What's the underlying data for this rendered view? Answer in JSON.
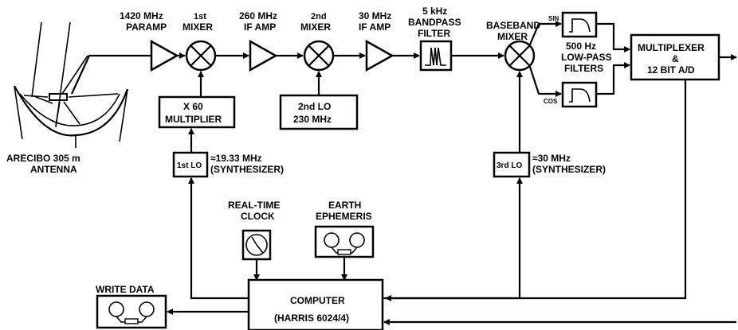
{
  "labels": {
    "paramp_freq": "1420 MHz",
    "paramp": "PARAMP",
    "mixer1_num": "1st",
    "mixer1": "MIXER",
    "if1_freq": "260 MHz",
    "if1": "IF AMP",
    "mixer2_num": "2nd",
    "mixer2": "MIXER",
    "if2_freq": "30 MHz",
    "if2": "IF AMP",
    "bp_freq": "5 kHz",
    "bp_name": "BANDPASS",
    "bp_filter": "FILTER",
    "bb1": "BASEBAND",
    "bb2": "MIXER",
    "sin": "SIN",
    "cos": "COS",
    "lp_freq": "500 Hz",
    "lp_name": "LOW-PASS",
    "lp_filters": "FILTERS",
    "mux1": "MULTIPLEXER",
    "mux2": "&",
    "mux3": "12 BIT A/D",
    "mult1": "X 60",
    "mult2": "MULTIPLIER",
    "lo2_1": "2nd LO",
    "lo2_2": "230 MHz",
    "antenna1": "ARECIBO  305 m",
    "antenna2": "ANTENNA",
    "lo1": "1st LO",
    "lo1_freq": "≈19.33 MHz",
    "lo1_synth": "(SYNTHESIZER)",
    "lo3": "3rd LO",
    "lo3_freq": "≈30 MHz",
    "lo3_synth": "(SYNTHESIZER)",
    "clock1": "REAL-TIME",
    "clock2": "CLOCK",
    "eph1": "EARTH",
    "eph2": "EPHEMERIS",
    "write": "WRITE DATA",
    "comp1": "COMPUTER",
    "comp2": "(HARRIS 6024/4)"
  }
}
